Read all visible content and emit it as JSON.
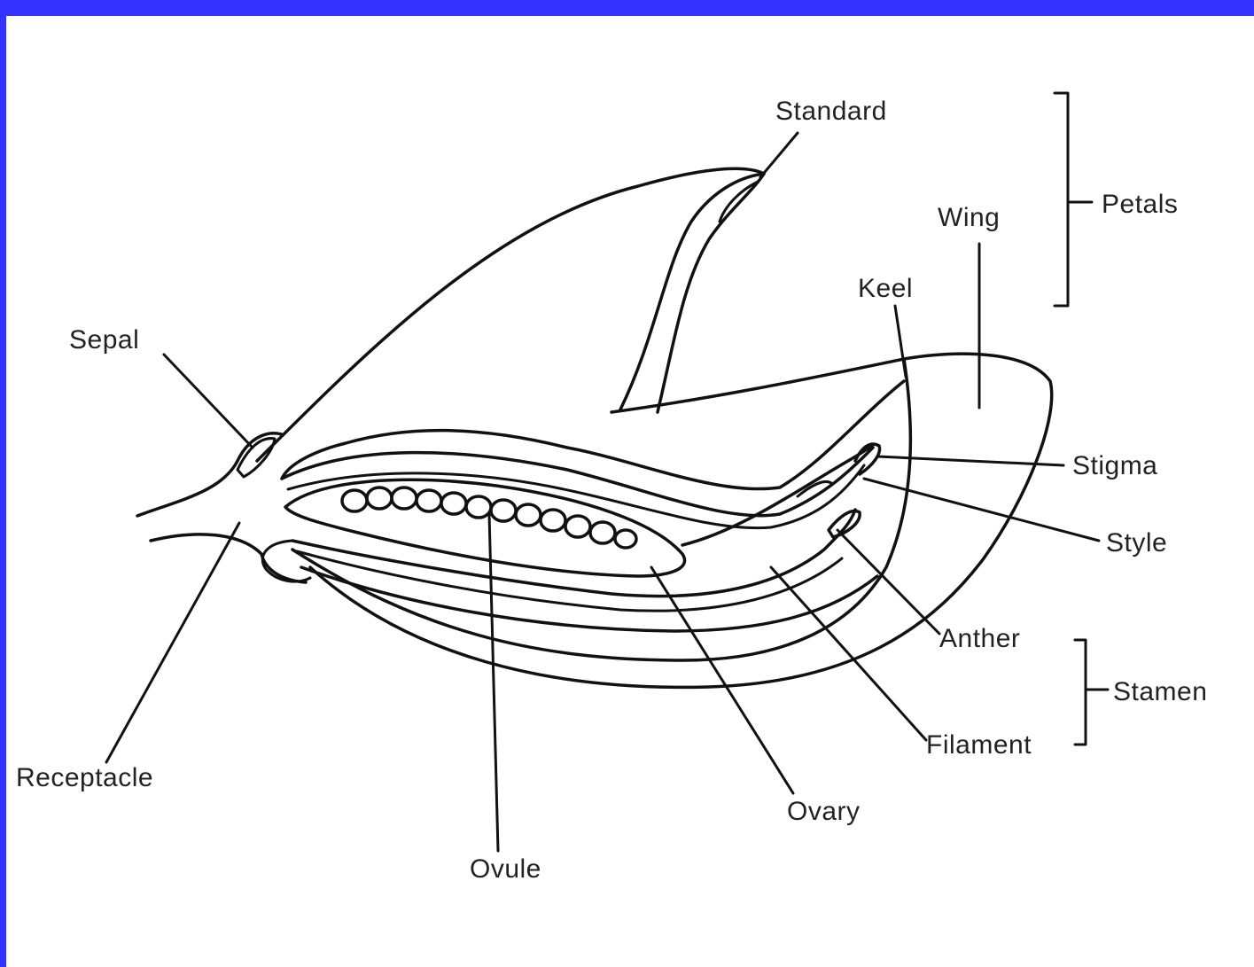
{
  "frame_color": "#3333ff",
  "labels": {
    "standard": "Standard",
    "petals": "Petals",
    "wing": "Wing",
    "keel": "Keel",
    "sepal": "Sepal",
    "stigma": "Stigma",
    "style": "Style",
    "anther": "Anther",
    "stamen": "Stamen",
    "filament": "Filament",
    "receptacle": "Receptacle",
    "ovary": "Ovary",
    "ovule": "Ovule"
  }
}
